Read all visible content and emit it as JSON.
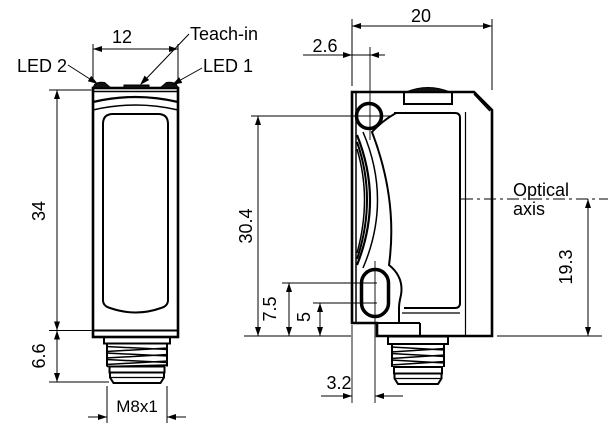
{
  "front_view": {
    "labels": {
      "led_left": "LED 2",
      "led_right": "LED 1",
      "teach": "Teach-in"
    },
    "dims": {
      "width": "12",
      "height": "34",
      "connector_length": "6.6",
      "thread": "M8x1"
    }
  },
  "side_view": {
    "labels": {
      "optical_axis_line1": "Optical",
      "optical_axis_line2": "axis"
    },
    "dims": {
      "depth": "20",
      "hole_offset": "2.6",
      "hole_to_bottom": "30.4",
      "slot_upper": "7.5",
      "slot_lower": "5",
      "slot_offset": "3.2",
      "axis_height": "19.3"
    }
  },
  "colors": {
    "ink": "#000000",
    "background": "#ffffff"
  }
}
